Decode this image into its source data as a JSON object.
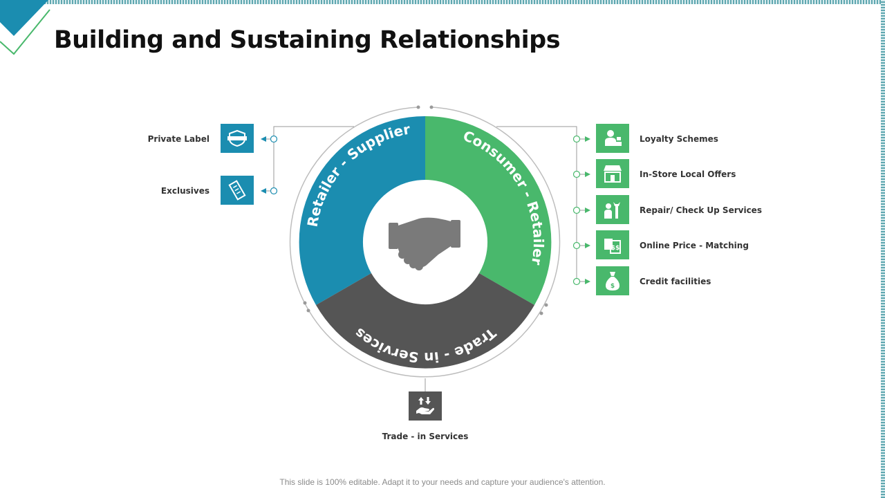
{
  "title": "Building and Sustaining Relationships",
  "segments": {
    "retailer_supplier": "Retailer - Supplier",
    "consumer_retailer": "Consumer - Retailer",
    "trade_in": "Trade - in Services"
  },
  "left_items": [
    {
      "label": "Private Label",
      "icon": "badge-icon"
    },
    {
      "label": "Exclusives",
      "icon": "coupon-icon"
    }
  ],
  "right_items": [
    {
      "label": "Loyalty Schemes",
      "icon": "customer-desk-icon"
    },
    {
      "label": "In-Store Local Offers",
      "icon": "storefront-icon"
    },
    {
      "label": "Repair/ Check Up Services",
      "icon": "repair-tools-icon"
    },
    {
      "label": "Online Price - Matching",
      "icon": "price-match-icon"
    },
    {
      "label": "Credit facilities",
      "icon": "money-bag-icon"
    }
  ],
  "bottom_item": {
    "label": "Trade - in Services",
    "icon": "hand-exchange-icon"
  },
  "center_icon": "handshake-icon",
  "footer": "This slide is 100% editable. Adapt it to your needs and capture your audience's attention.",
  "colors": {
    "blue": "#1b8db0",
    "green": "#49b86c",
    "gray": "#555555",
    "accent": "#5fa7b0"
  }
}
